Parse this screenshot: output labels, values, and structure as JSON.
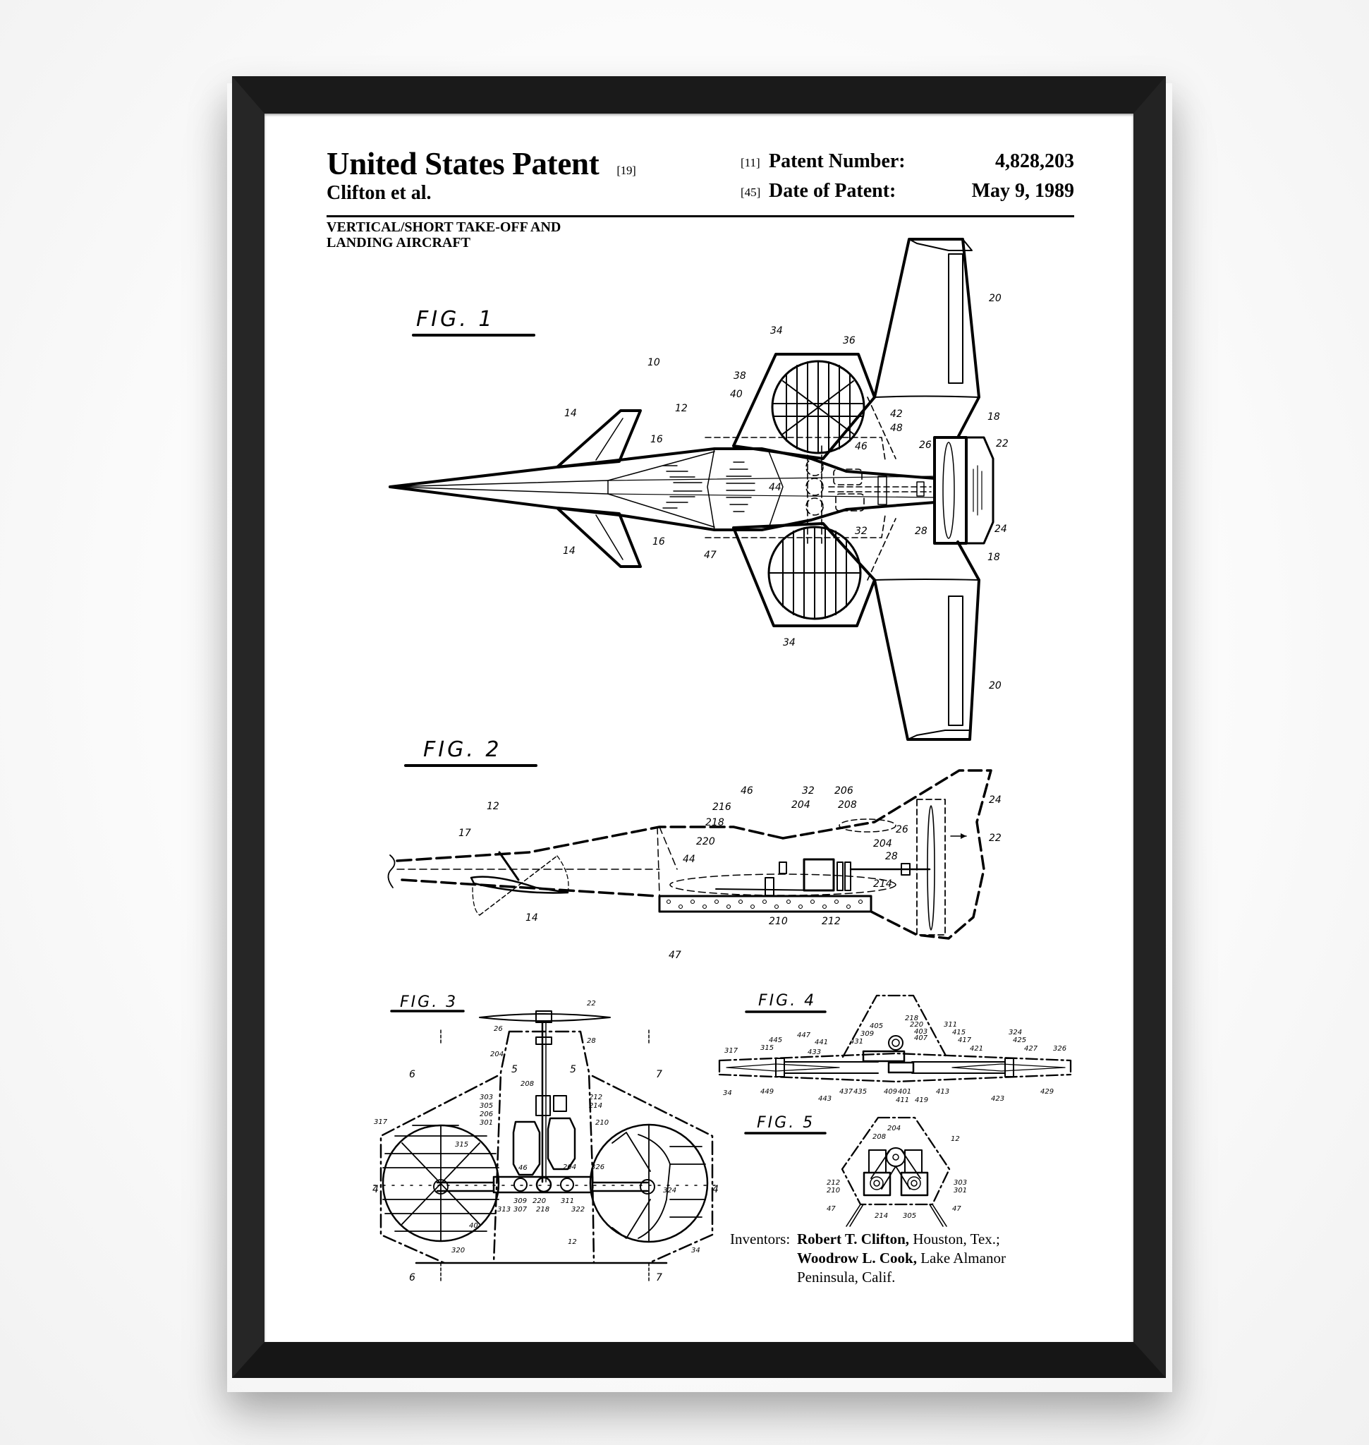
{
  "document": {
    "country_heading": "United States Patent",
    "country_code": "[19]",
    "applicant": "Clifton et al.",
    "patent_number": {
      "code": "[11]",
      "label": "Patent Number:",
      "value": "4,828,203"
    },
    "date_of_patent": {
      "code": "[45]",
      "label": "Date of Patent:",
      "value": "May 9, 1989"
    },
    "title_lines": [
      "VERTICAL/SHORT TAKE-OFF AND",
      "LANDING AIRCRAFT"
    ],
    "inventors": {
      "label": "Inventors:",
      "entries": [
        {
          "name": "Robert T. Clifton,",
          "location": " Houston, Tex.;"
        },
        {
          "name": "Woodrow L. Cook,",
          "location": " Lake Almanor"
        }
      ],
      "continuation": "Peninsula, Calif."
    }
  },
  "figures": [
    {
      "label": "FIG. 1",
      "refs": [
        "10",
        "12",
        "14",
        "14",
        "16",
        "16",
        "18",
        "18",
        "20",
        "20",
        "22",
        "24",
        "26",
        "28",
        "32",
        "34",
        "34",
        "36",
        "38",
        "40",
        "42",
        "44",
        "46",
        "47",
        "48"
      ]
    },
    {
      "label": "FIG. 2",
      "refs": [
        "12",
        "14",
        "17",
        "22",
        "24",
        "26",
        "28",
        "32",
        "44",
        "46",
        "47",
        "204",
        "204",
        "206",
        "208",
        "210",
        "212",
        "214",
        "216",
        "218",
        "220"
      ]
    },
    {
      "label": "FIG. 3",
      "refs": [
        "22",
        "26",
        "28",
        "204",
        "204",
        "208",
        "210",
        "212",
        "214",
        "303",
        "305",
        "206",
        "301",
        "317",
        "315",
        "46",
        "309",
        "220",
        "311",
        "313",
        "307",
        "218",
        "322",
        "326",
        "324",
        "40",
        "320",
        "12",
        "34"
      ],
      "section_marks": [
        "6",
        "7",
        "5",
        "5",
        "4",
        "4",
        "6",
        "7"
      ]
    },
    {
      "label": "FIG. 4",
      "refs": [
        "317",
        "315",
        "445",
        "447",
        "441",
        "433",
        "431",
        "309",
        "405",
        "218",
        "220",
        "403",
        "407",
        "311",
        "415",
        "417",
        "421",
        "324",
        "425",
        "427",
        "326",
        "34",
        "449",
        "443",
        "437",
        "435",
        "409",
        "401",
        "411",
        "419",
        "413",
        "423",
        "429"
      ]
    },
    {
      "label": "FIG. 5",
      "refs": [
        "204",
        "208",
        "12",
        "212",
        "210",
        "303",
        "301",
        "47",
        "47",
        "214",
        "305"
      ]
    }
  ]
}
